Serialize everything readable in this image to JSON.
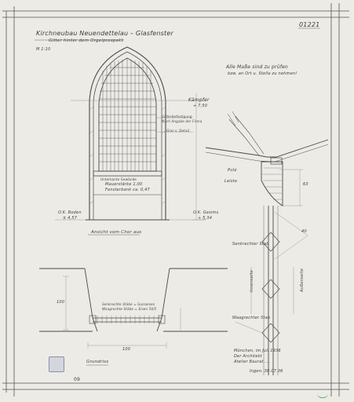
{
  "title": {
    "line1": "Kirchneubau Neuendettelau – Glasfenster",
    "line2": "Gitter hinter dem Orgelprospekt",
    "scale": "M 1:10"
  },
  "sheet_number": "01221",
  "note": {
    "line1": "Alle Maße sind zu prüfen",
    "line2": "bzw. an Ort u. Stelle zu nehmen!"
  },
  "elevation": {
    "label_inner_1": "Mauerstärke 1,00",
    "label_inner_2": "Fensterbank ca. 0,47",
    "label_inner_small": "Unterkante Gewände",
    "level_left": "O.K. Boden",
    "level_left_value": "± 4,57",
    "level_right": "O.K. Gesims",
    "level_right_value": "+ 5,34",
    "ann_kaempfer": "Kämpfer",
    "ann_kaempfer_value": "+ 7,50",
    "ann_gitter_1": "Gitterbefestigung",
    "ann_gitter_2": "Nach Angabe der Firma",
    "ann_glas": "Glas s. Detail",
    "caption": "Ansicht vom Chor aus"
  },
  "section": {
    "label_putz": "Putz",
    "label_leiste": "Leiste",
    "label_senkrecht": "Senkrechter Stab",
    "label_waagrecht": "Waagrechter Stab",
    "label_innenseite": "Innenseite",
    "label_aussenseite": "Außenseite",
    "dim_a": "63",
    "dim_b": "40"
  },
  "plan": {
    "dim_width": "100",
    "dim_depth": "100",
    "label_1": "Senkrechte Stäbe = Gusseisen",
    "label_2": "Waagrechte Stäbe = Eisen 50/5",
    "caption": "Grundriss"
  },
  "footer": {
    "office_1": "München, im Juli 1936",
    "office_2": "Der Architekt",
    "office_3": "Atelier Baurat ....",
    "stamp": "",
    "page": "09",
    "signature": "Ingen. 30.07.36"
  }
}
